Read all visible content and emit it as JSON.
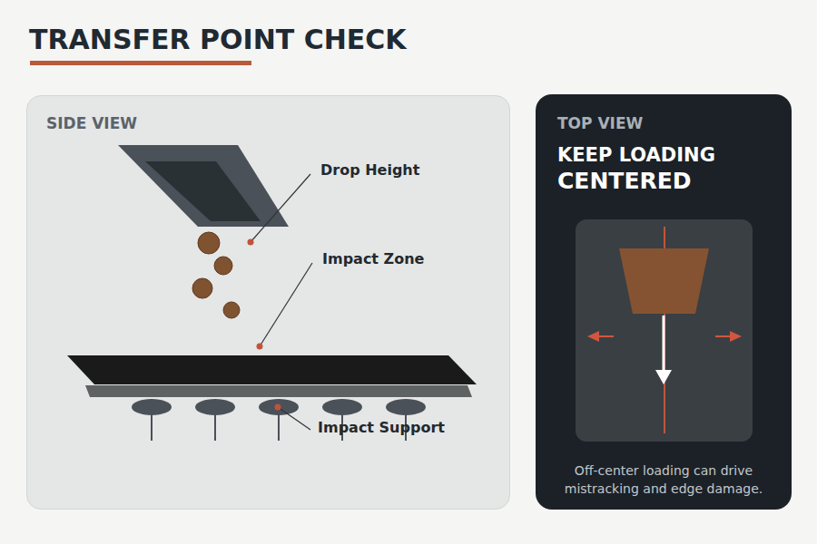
{
  "diagram": {
    "title": "TRANSFER POINT CHECK",
    "nodes": [
      {
        "text": [
          "SIDE VIEW"
        ]
      },
      {
        "text": [
          "TOP VIEW",
          "KEEP LOADING",
          "CENTERED",
          "Off-center loading can drive mistracking and edge damage."
        ]
      }
    ],
    "labels": [
      "Drop Height",
      "Impact Zone",
      "Impact Support"
    ]
  }
}
